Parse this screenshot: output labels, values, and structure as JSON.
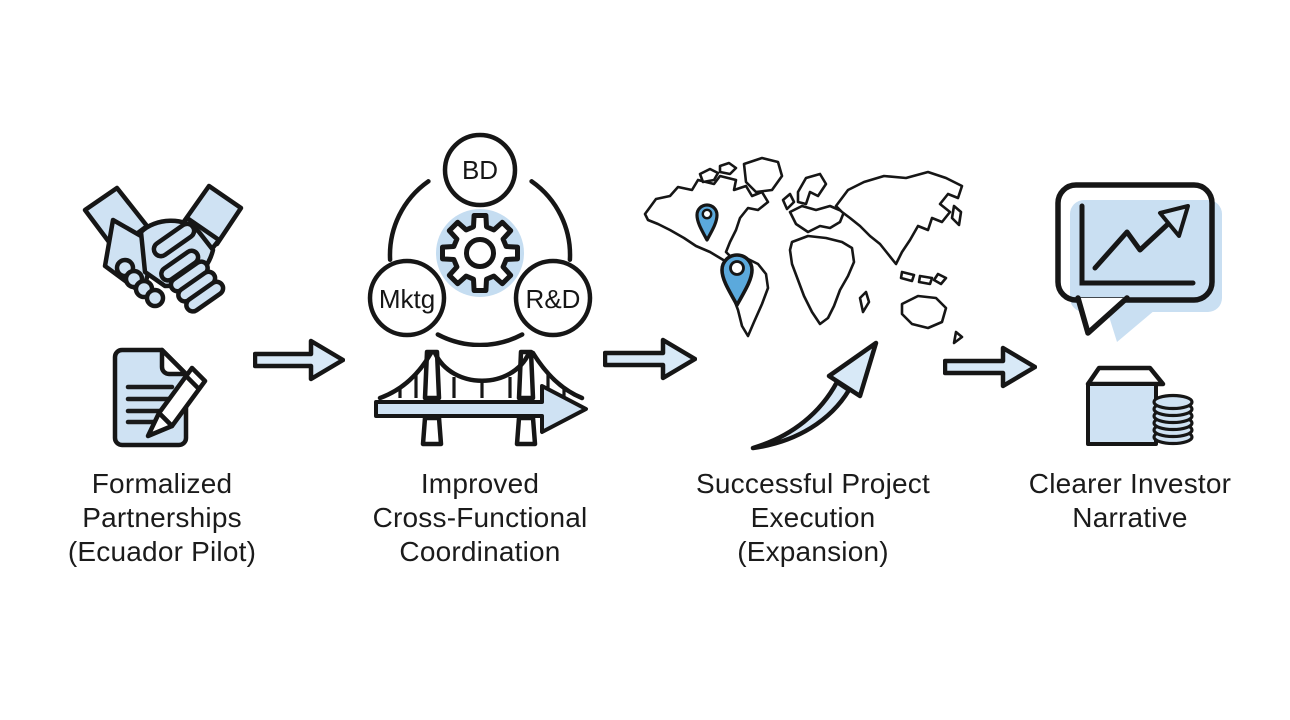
{
  "colors": {
    "background": "#ffffff",
    "outline": "#161616",
    "text": "#1b1b1b",
    "light_blue_fill": "#cfe2f3",
    "pale_arrow_blue": "#d8e9f7",
    "gear_circle_blue": "#c5ddf1",
    "bubble_shadow_blue": "#c9dff2",
    "map_pin_blue": "#5ba9dc"
  },
  "stages": [
    {
      "id": "formalized-partnerships",
      "label_lines": [
        "Formalized",
        "Partnerships",
        "(Ecuador Pilot)"
      ],
      "icons": [
        "handshake-icon",
        "signed-document-pen-icon"
      ]
    },
    {
      "id": "improved-cross-functional-coordination",
      "label_lines": [
        "Improved",
        "Cross-Functional",
        "Coordination"
      ],
      "icons": [
        "org-units-gear-icon",
        "bridge-arrow-icon"
      ],
      "unit_nodes": [
        "BD",
        "Mktg",
        "R&D"
      ]
    },
    {
      "id": "successful-project-execution",
      "label_lines": [
        "Successful Project",
        "Execution",
        "(Expansion)"
      ],
      "icons": [
        "world-map-pins-icon",
        "growth-curve-arrow-icon"
      ]
    },
    {
      "id": "clearer-investor-narrative",
      "label_lines": [
        "Clearer Investor",
        "Narrative"
      ],
      "icons": [
        "chart-speech-bubble-icon",
        "product-box-coins-icon"
      ]
    }
  ],
  "connectors": [
    {
      "type": "right-arrow"
    },
    {
      "type": "right-arrow"
    },
    {
      "type": "right-arrow"
    }
  ]
}
